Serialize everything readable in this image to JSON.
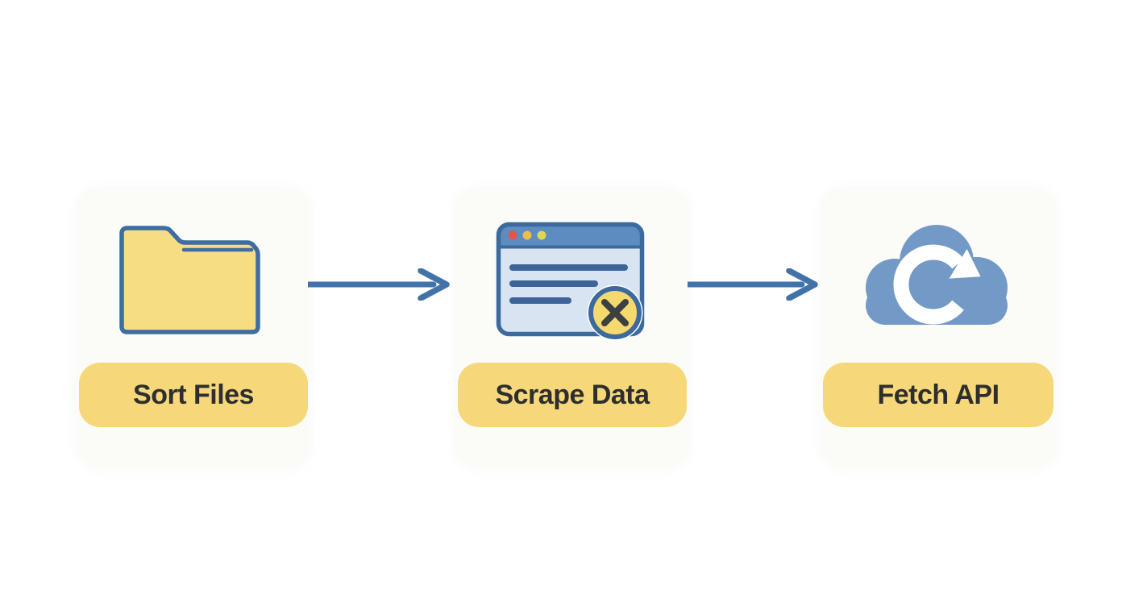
{
  "diagram": {
    "steps": [
      {
        "id": "sort-files",
        "label": "Sort Files",
        "icon": "folder-icon"
      },
      {
        "id": "scrape-data",
        "label": "Scrape Data",
        "icon": "browser-error-icon"
      },
      {
        "id": "fetch-api",
        "label": "Fetch API",
        "icon": "cloud-sync-icon"
      }
    ],
    "connectors": [
      {
        "from": "sort-files",
        "to": "scrape-data",
        "style": "arrow-right"
      },
      {
        "from": "scrape-data",
        "to": "fetch-api",
        "style": "arrow-right"
      }
    ],
    "colors": {
      "background": "#ffffff",
      "card_bg": "#fbfbf8",
      "pill_bg": "#f6d87b",
      "pill_text": "#2e2e2e",
      "outline_blue": "#3e6ca3",
      "arrow_blue": "#4273a8",
      "folder_yellow": "#f6dc83",
      "browser_header": "#5c8cc0",
      "browser_body": "#d8e4f2",
      "browser_line": "#3c649a",
      "dot_red": "#e0574a",
      "dot_orange": "#edbe4b",
      "dot_yellow": "#dfd74f",
      "badge_yellow": "#f5d96e",
      "badge_x": "#3c4043",
      "cloud_blue": "#7399c7"
    }
  }
}
